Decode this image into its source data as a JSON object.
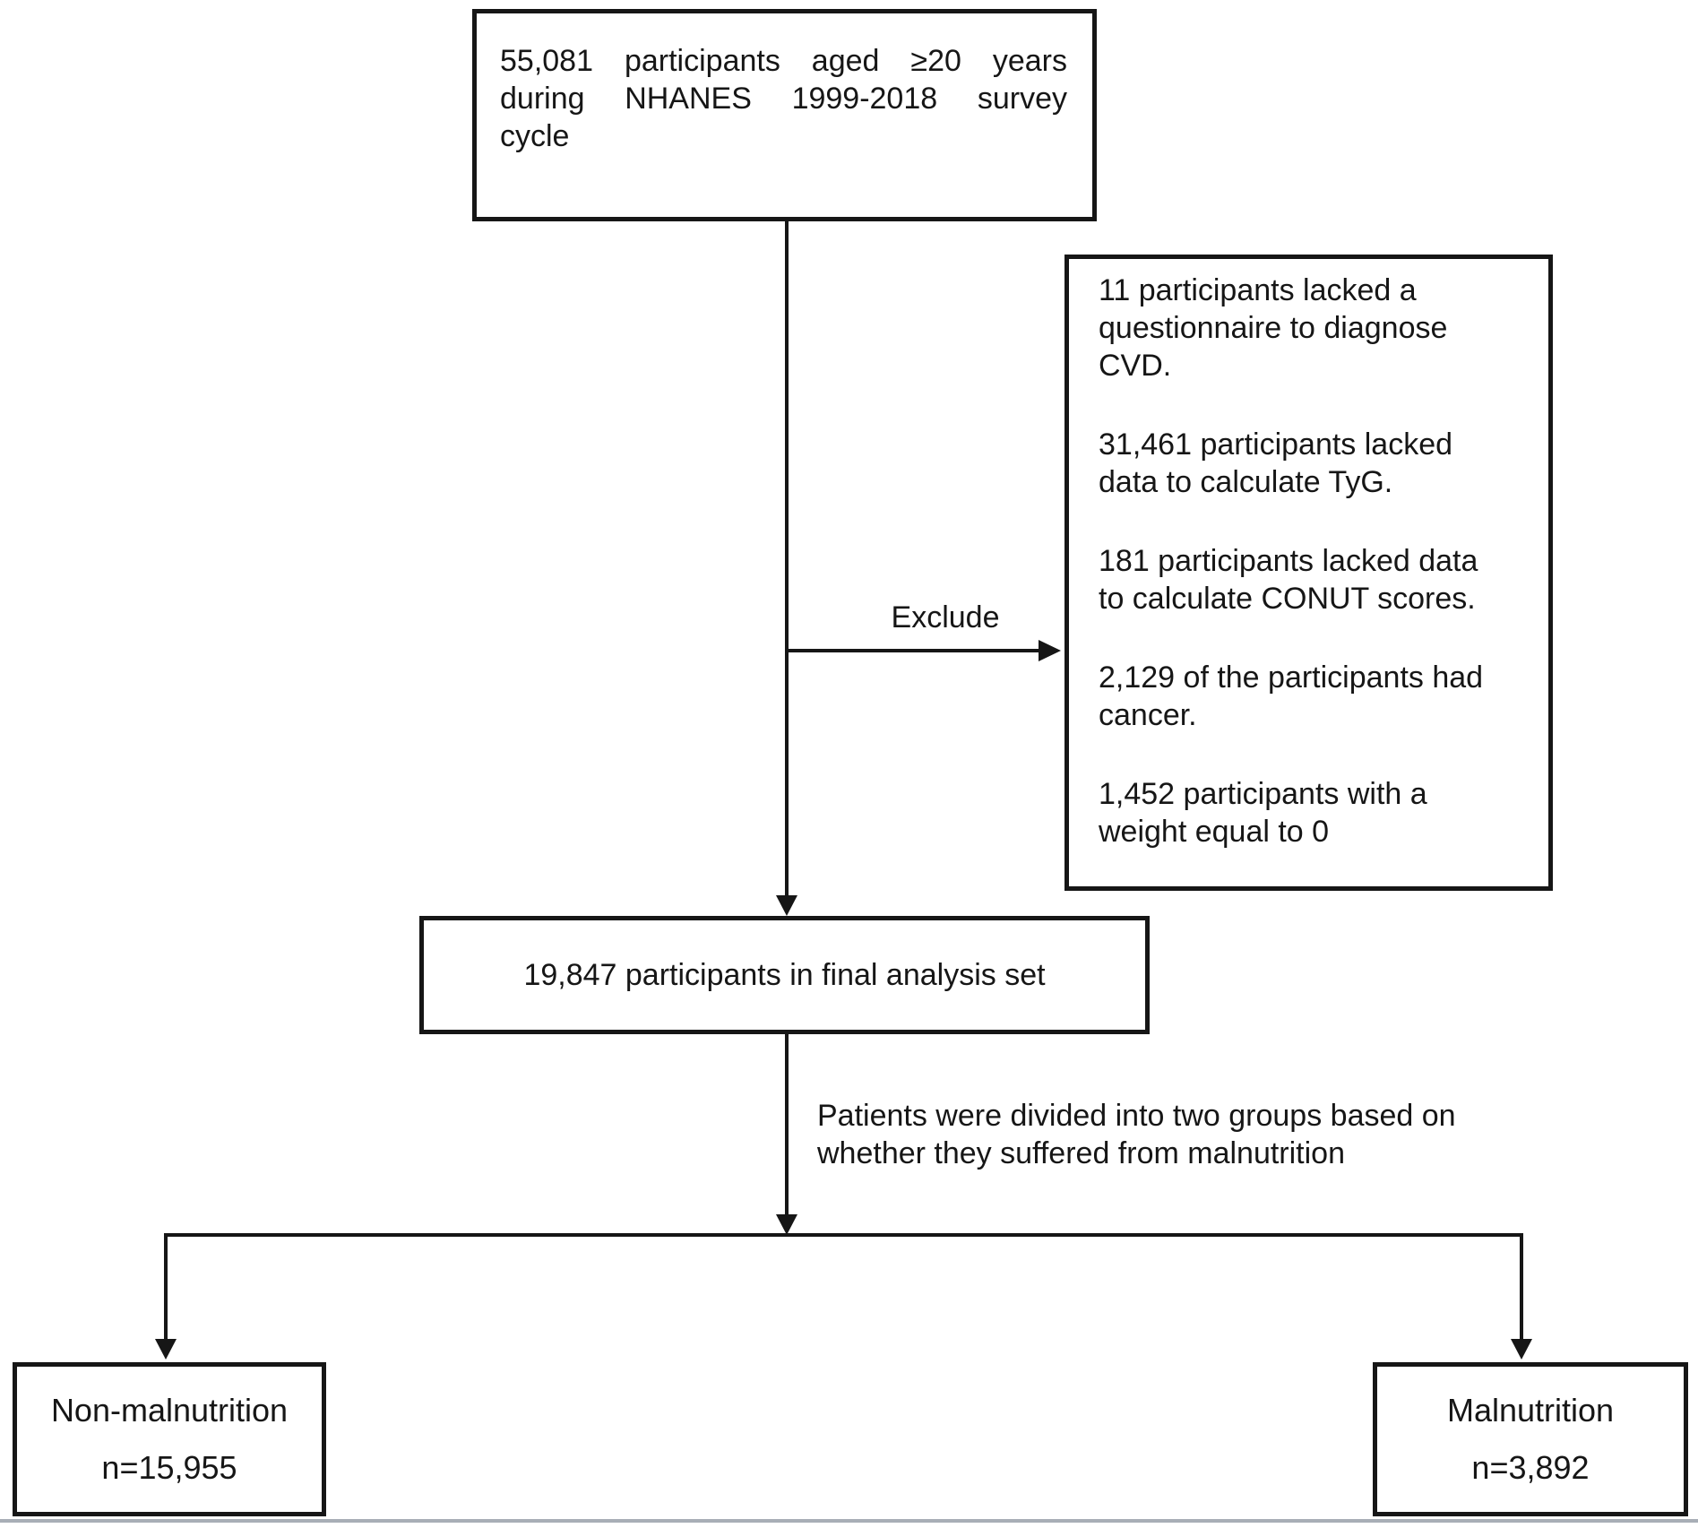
{
  "diagram": {
    "colors": {
      "line": "#161616",
      "background": "#ffffff",
      "bottom_rule": "#a8aeb6"
    },
    "initial_box": {
      "lines": [
        "55,081 participants aged ≥20 years",
        "during NHANES 1999-2018 survey",
        "cycle"
      ]
    },
    "exclude_label": "Exclude",
    "exclusion_box": {
      "items": [
        {
          "lines": [
            "11 participants lacked a",
            "questionnaire to diagnose",
            "CVD."
          ]
        },
        {
          "lines": [
            "31,461 participants lacked",
            "data to calculate TyG."
          ]
        },
        {
          "lines": [
            "181 participants lacked data",
            "to calculate CONUT scores."
          ]
        },
        {
          "lines": [
            "2,129 of the participants had",
            "cancer."
          ]
        },
        {
          "lines": [
            "1,452 participants with a",
            "weight equal to 0"
          ]
        }
      ]
    },
    "final_box": {
      "text": "19,847 participants in final analysis set"
    },
    "split_label": {
      "lines": [
        "Patients were divided into two groups based on",
        "whether they suffered from malnutrition"
      ]
    },
    "left_box": {
      "title": "Non-malnutrition",
      "count": "n=15,955"
    },
    "right_box": {
      "title": "Malnutrition",
      "count": "n=3,892"
    }
  }
}
